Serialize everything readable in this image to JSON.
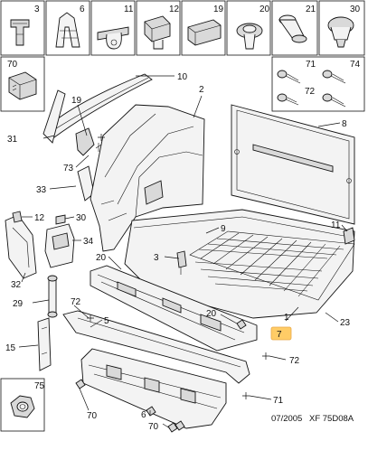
{
  "thumbnails": [
    {
      "label": "3",
      "icon": "wall-clip-icon"
    },
    {
      "label": "6",
      "icon": "spring-clip-icon"
    },
    {
      "label": "11",
      "icon": "loop-bracket-icon"
    },
    {
      "label": "12",
      "icon": "square-clip-icon"
    },
    {
      "label": "19",
      "icon": "cover-cap-icon"
    },
    {
      "label": "20",
      "icon": "push-rivet-icon"
    },
    {
      "label": "21",
      "icon": "stud-clip-icon"
    },
    {
      "label": "30",
      "icon": "round-button-icon"
    },
    {
      "label": "70",
      "icon": "corner-clip-icon"
    },
    {
      "label": "71",
      "icon": "screw-icon"
    },
    {
      "label": "72",
      "icon": "screw-icon"
    },
    {
      "label": "74",
      "icon": "screw-icon"
    },
    {
      "label": "75",
      "icon": "hex-nut-icon"
    }
  ],
  "callouts": {
    "c1": "1",
    "c2": "2",
    "c3": "3",
    "c5": "5",
    "c6": "6",
    "c7": "7",
    "c8": "8",
    "c10": "10",
    "c11": "11",
    "c12": "12",
    "c15": "15",
    "c19": "19",
    "c20a": "20",
    "c20b": "20",
    "c23": "23",
    "c29": "29",
    "c30": "30",
    "c31": "31",
    "c32": "32",
    "c33": "33",
    "c34": "34",
    "c70a": "70",
    "c70b": "70",
    "c71": "71",
    "c72a": "72",
    "c72b": "72",
    "c73": "73",
    "c9": "9"
  },
  "footer": {
    "date": "07/2005",
    "reference": "XF 75D08A"
  },
  "highlight_color": "#ffcc66"
}
